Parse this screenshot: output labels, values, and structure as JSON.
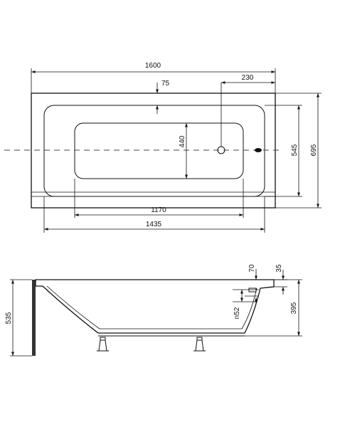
{
  "top_view": {
    "dim_length": "1600",
    "dim_overflow_offset": "230",
    "dim_rim": "75",
    "dim_inner_width": "440",
    "dim_bottom_length": "1170",
    "dim_inner_length": "1435",
    "dim_inner_height": "545",
    "dim_total_width": "695"
  },
  "side_view": {
    "dim_height": "535",
    "dim_70": "70",
    "dim_35": "35",
    "dim_drain": "n52",
    "dim_395": "395"
  },
  "colors": {
    "line": "#111111",
    "panel": "#333333",
    "background": "#ffffff"
  }
}
